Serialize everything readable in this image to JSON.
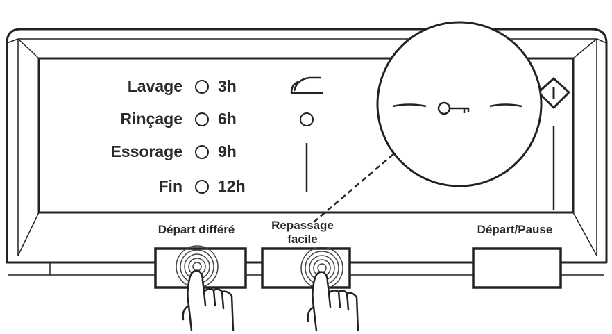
{
  "panel": {
    "status_rows": [
      {
        "label": "Lavage",
        "hours": "3h"
      },
      {
        "label": "Rinçage",
        "hours": "6h"
      },
      {
        "label": "Essorage",
        "hours": "9h"
      },
      {
        "label": "Fin",
        "hours": "12h"
      }
    ],
    "buttons": {
      "delay_start": {
        "label": "Départ différé"
      },
      "easy_iron": {
        "line1": "Repassage",
        "line2": "facile"
      },
      "start_pause": {
        "label": "Départ/Pause"
      }
    }
  },
  "icons": {
    "iron": "iron-icon",
    "lock": "key-lock-icon",
    "power": "power-icon",
    "press": "finger-press-icon"
  },
  "colors": {
    "line": "#222222",
    "text": "#2a2a2a",
    "background": "#ffffff"
  }
}
